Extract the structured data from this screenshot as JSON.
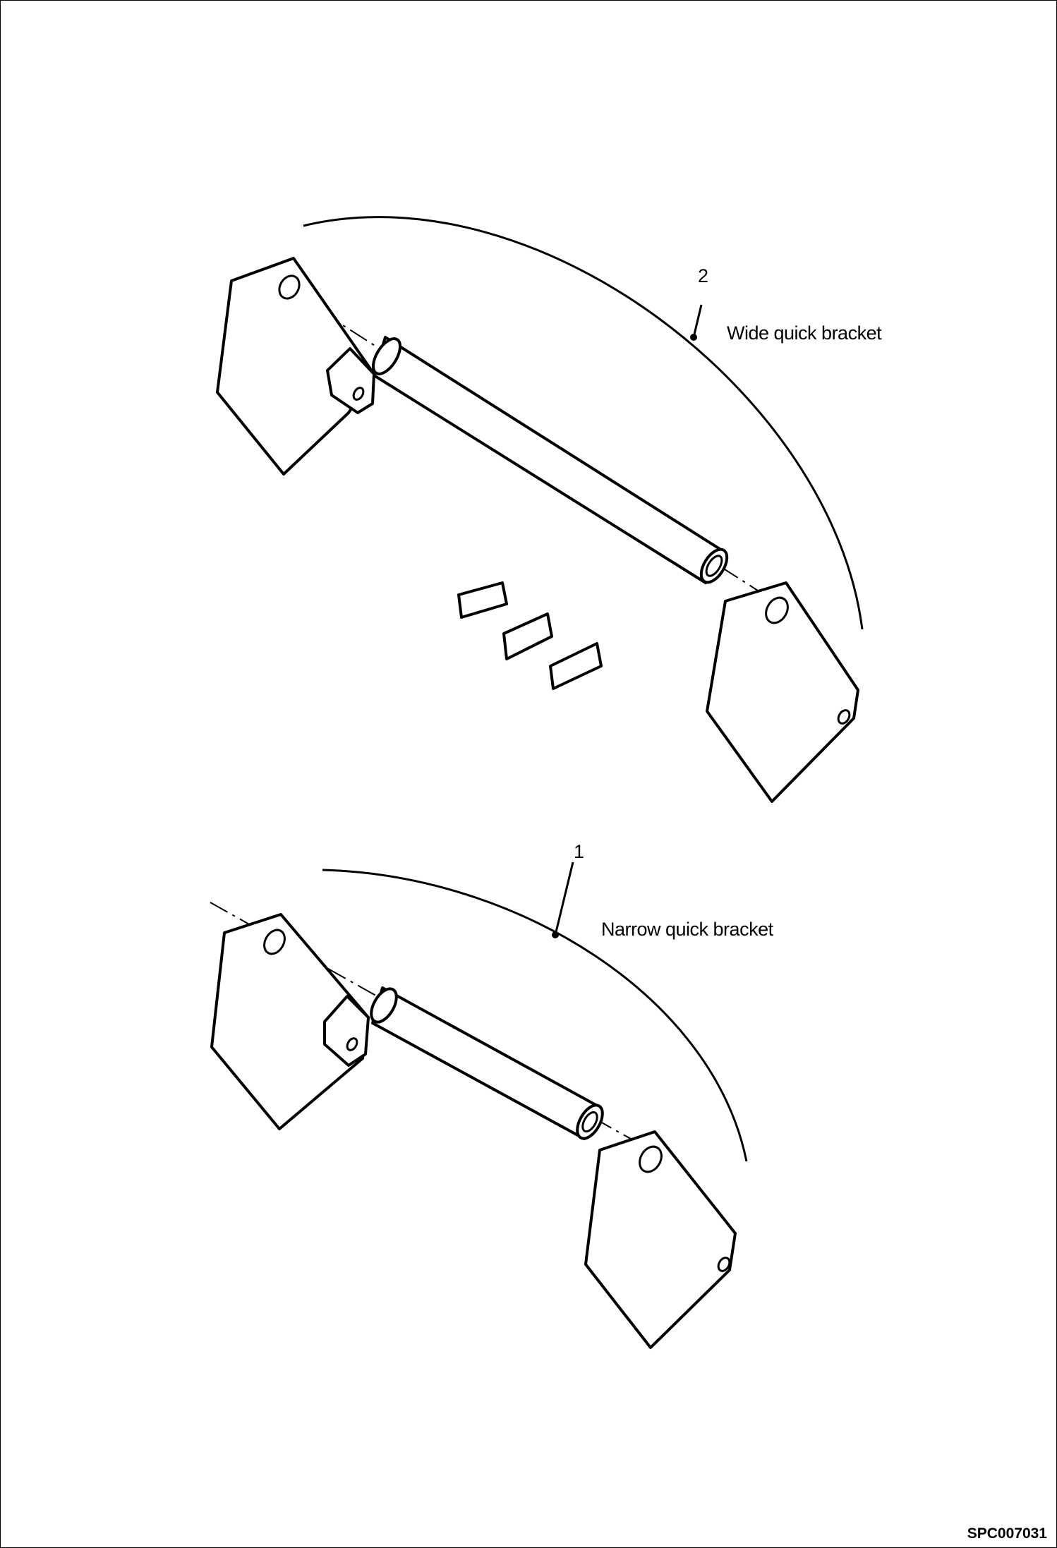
{
  "diagram": {
    "parts": [
      {
        "callout": "2",
        "label": "Wide quick bracket"
      },
      {
        "callout": "1",
        "label": "Narrow quick bracket"
      }
    ],
    "figure_code": "SPC007031"
  }
}
